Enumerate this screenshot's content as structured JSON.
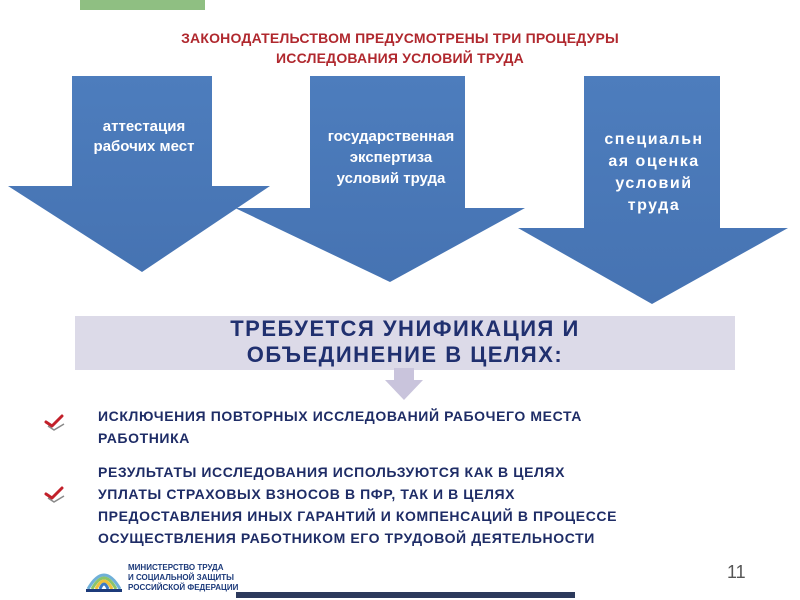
{
  "title": {
    "line1": "ЗАКОНОДАТЕЛЬСТВОМ ПРЕДУСМОТРЕНЫ ТРИ ПРОЦЕДУРЫ",
    "line2": "ИССЛЕДОВАНИЯ УСЛОВИЙ ТРУДА"
  },
  "procedures": [
    {
      "line1": "аттестация",
      "line2": "рабочих мест"
    },
    {
      "line1": "государственная",
      "line2": "экспертиза",
      "line3": "условий труда"
    },
    {
      "line1": "специальн",
      "line2": "ая оценка",
      "line3": "условий",
      "line4": "труда"
    }
  ],
  "banner": {
    "line1": "ТРЕБУЕТСЯ УНИФИКАЦИЯ И",
    "line2": "ОБЪЕДИНЕНИЕ В ЦЕЛЯХ:"
  },
  "bullets": [
    {
      "line1": "ИСКЛЮЧЕНИЯ ПОВТОРНЫХ ИССЛЕДОВАНИЙ РАБОЧЕГО МЕСТА",
      "line2": "РАБОТНИКА"
    },
    {
      "line1": "РЕЗУЛЬТАТЫ ИССЛЕДОВАНИЯ ИСПОЛЬЗУЮТСЯ КАК В ЦЕЛЯХ",
      "line2": "УПЛАТЫ СТРАХОВЫХ ВЗНОСОВ В ПФР, ТАК И В ЦЕЛЯХ",
      "line3": "ПРЕДОСТАВЛЕНИЯ ИНЫХ ГАРАНТИЙ И КОМПЕНСАЦИЙ В ПРОЦЕССЕ",
      "line4": "ОСУЩЕСТВЛЕНИЯ РАБОТНИКОМ ЕГО ТРУДОВОЙ ДЕЯТЕЛЬНОСТИ"
    }
  ],
  "footer": {
    "org_line1": "МИНИСТЕРСТВО ТРУДА",
    "org_line2": "И СОЦИАЛЬНОЙ ЗАЩИТЫ",
    "org_line3": "РОССИЙСКОЙ ФЕДЕРАЦИИ",
    "page_number": "11"
  },
  "colors": {
    "title": "#b0282e",
    "arrow_blue": "#4a7ab8",
    "banner_bg": "#dcdae8",
    "text_navy": "#1e2c66",
    "accent_green": "#8fbf82"
  },
  "icons": {
    "arrow": "down-arrow-icon",
    "check": "checkmark-icon",
    "logo": "ministry-logo-icon"
  }
}
